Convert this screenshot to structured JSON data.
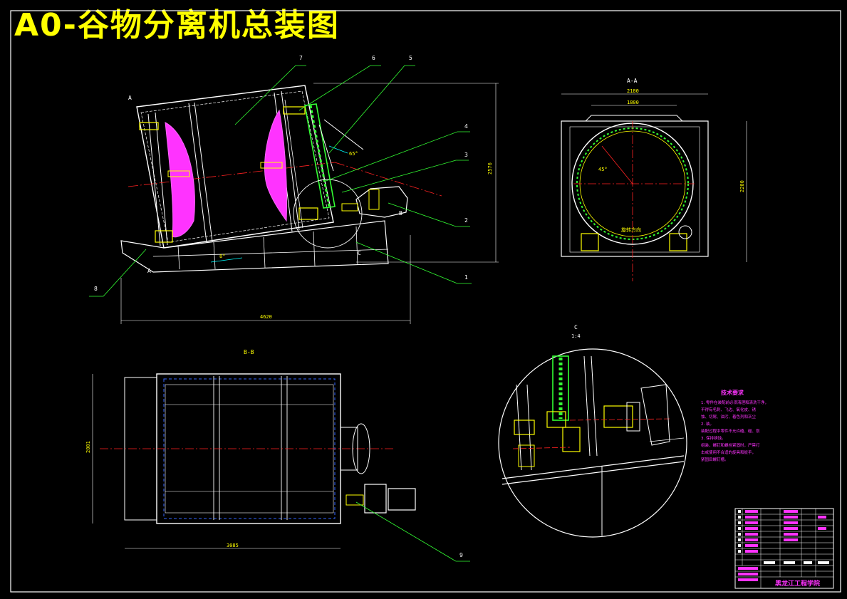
{
  "title": "A0-谷物分离机总装图",
  "views": {
    "section_aa": "A-A",
    "section_bb": "B-B",
    "detail_c": "C",
    "detail_c_scale": "1:4",
    "section_marker_a": "A",
    "section_marker_b": "B",
    "section_marker_c": "C"
  },
  "callouts": [
    "1",
    "2",
    "3",
    "4",
    "5",
    "6",
    "7",
    "8",
    "9"
  ],
  "dimensions": {
    "main_width": "4620",
    "main_height": "2576",
    "tilt_angle": "8°",
    "inner_angle": "65°",
    "aa_width": "2180",
    "aa_top": "1800",
    "aa_height": "2200",
    "aa_angle": "45°",
    "aa_label": "旋转方向",
    "bb_height": "2001",
    "bb_width": "3085"
  },
  "tech_req": {
    "heading": "技术要求",
    "lines": [
      "1. 零件在装配前必须清理和清洗干净，",
      "   不得有毛刺、飞边、氧化皮、锈",
      "   蚀、切屑、油污、着色剂和灰尘",
      "2. 装。",
      "   装配过程中零件不允许磕、碰、划",
      "3. 保持锈蚀。",
      "   组装，螺钉和螺栓紧固时，严禁打",
      "   击或使用不合适的旋具和扳手，",
      "   紧固后螺钉槽。"
    ]
  },
  "title_block": {
    "school": "黑龙江工程学院"
  }
}
